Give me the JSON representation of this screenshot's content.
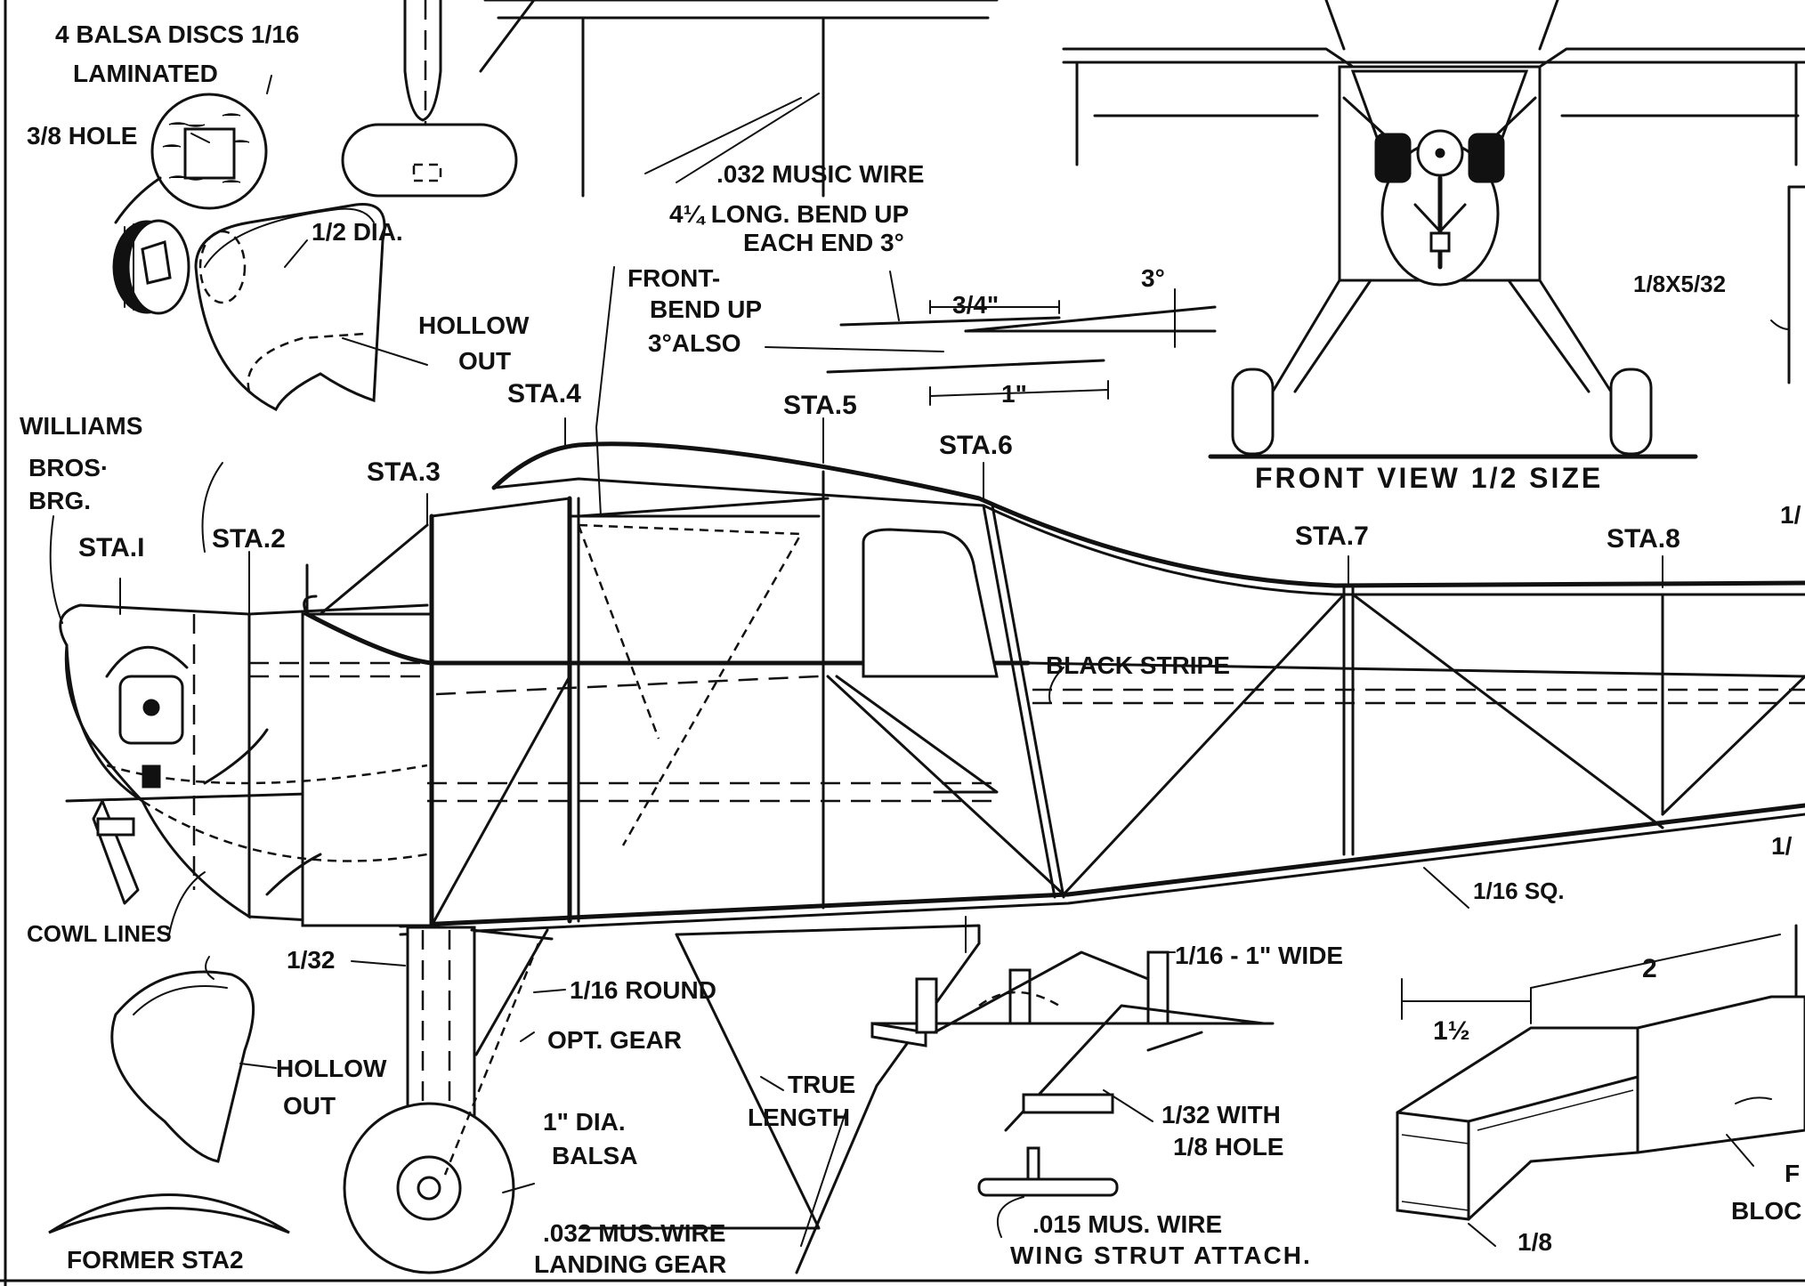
{
  "labels": {
    "balsa_discs": "4 BALSA DISCS 1/16",
    "laminated": "LAMINATED",
    "hole": "3/8 HOLE",
    "half_dia": "1/2 DIA.",
    "hollow_out_1": "HOLLOW",
    "hollow_out_1b": "OUT",
    "williams": "WILLIAMS",
    "bros": "BROS·",
    "brg": "BRG.",
    "sta1": "STA.I",
    "sta2": "STA.2",
    "sta3": "STA.3",
    "sta4": "STA.4",
    "sta5": "STA.5",
    "sta6": "STA.6",
    "sta7": "STA.7",
    "sta8": "STA.8",
    "music_wire_1": ".032 MUSIC  WIRE",
    "music_wire_2": "4¼ LONG. BEND UP",
    "music_wire_3": "EACH END 3°",
    "front_1": "FRONT-",
    "front_2": "BEND UP",
    "front_3": "3°ALSO",
    "dim_three_quarter": "3/4\"",
    "dim_one": "1\"",
    "dim_three_deg": "3°",
    "front_view": "FRONT  VIEW 1/2 SIZE",
    "one_eighth_5_32": "1/8X5/32",
    "black_stripe": "BLACK STRIPE",
    "cowl_lines": "COWL LINES",
    "one_32": "1/32",
    "one_16_sq": "1/16 SQ.",
    "one_16_round": "1/16 ROUND",
    "opt_gear": "OPT. GEAR",
    "hollow_out_2": "HOLLOW",
    "hollow_out_2b": "OUT",
    "true_length_1": "TRUE",
    "true_length_2": "LENGTH",
    "one_dia_1": "1\" DIA.",
    "one_dia_2": "BALSA",
    "landing_gear_1": ".032  MUS.WIRE",
    "landing_gear_2": "LANDING  GEAR",
    "former": "FORMER  STA2",
    "one_16_wide": "1/16 - 1\" WIDE",
    "one_32_with_1": "1/32 WITH",
    "one_32_with_2": "1/8 HOLE",
    "strut_wire_1": ".015 MUS. WIRE",
    "strut_wire_2": "WING  STRUT  ATTACH.",
    "dim_two": "2",
    "dim_one_half": "1½",
    "dim_one_eighth": "1/8",
    "block_1": "F",
    "block_2": "BLOC",
    "edge_1": "1/",
    "edge_2": "1/"
  }
}
